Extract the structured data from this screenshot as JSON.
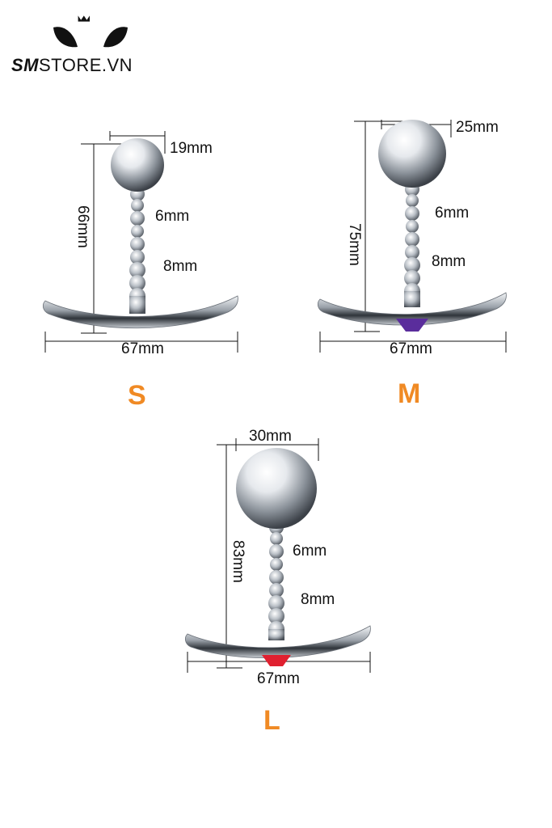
{
  "brand": {
    "strong": "SM",
    "rest": "STORE.VN"
  },
  "colors": {
    "accent": "#f08a24",
    "metal": "#c9ced4",
    "gem_m": "#5a2d9c",
    "gem_l": "#e02030"
  },
  "products": [
    {
      "size": "S",
      "ball": "19mm",
      "height": "66mm",
      "bead_small": "6mm",
      "bead_large": "8mm",
      "width": "67mm"
    },
    {
      "size": "M",
      "ball": "25mm",
      "height": "75mm",
      "bead_small": "6mm",
      "bead_large": "8mm",
      "width": "67mm"
    },
    {
      "size": "L",
      "ball": "30mm",
      "height": "83mm",
      "bead_small": "6mm",
      "bead_large": "8mm",
      "width": "67mm"
    }
  ]
}
